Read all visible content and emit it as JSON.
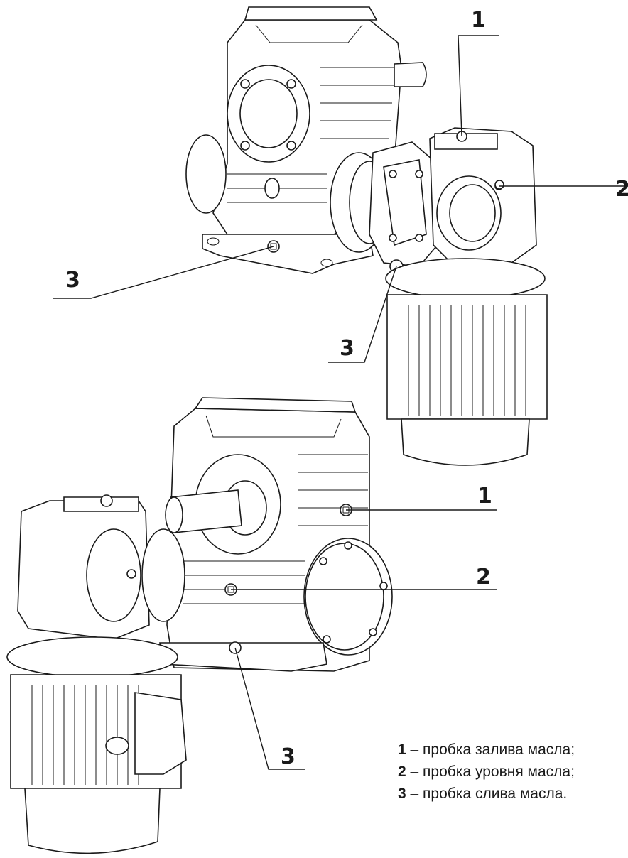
{
  "callouts": {
    "top": {
      "fill": "1",
      "level": "2",
      "drain_left": "3",
      "drain_motor": "3"
    },
    "bottom": {
      "fill": "1",
      "level": "2",
      "drain": "3"
    }
  },
  "legend": [
    {
      "num": "1",
      "text": " – пробка залива масла;"
    },
    {
      "num": "2",
      "text": " – пробка уровня масла;"
    },
    {
      "num": "3",
      "text": " – пробка слива масла."
    }
  ]
}
